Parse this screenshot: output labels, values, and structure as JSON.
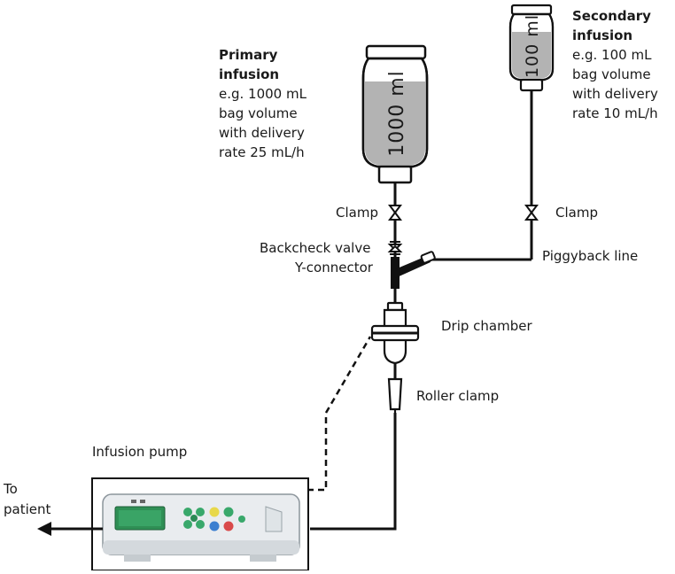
{
  "primary": {
    "title_line1": "Primary",
    "title_line2": "infusion",
    "desc_lines": [
      "e.g. 1000 mL",
      "bag volume",
      "with delivery",
      "rate 25 mL/h"
    ],
    "bottle_label": "1000 ml"
  },
  "secondary": {
    "title_line1": "Secondary",
    "title_line2": "infusion",
    "desc_lines": [
      "e.g. 100 mL",
      "bag volume",
      "with delivery",
      "rate 10 mL/h"
    ],
    "bottle_label": "100 ml"
  },
  "labels": {
    "clamp_primary": "Clamp",
    "clamp_secondary": "Clamp",
    "backcheck_valve": "Backcheck valve",
    "y_connector": "Y-connector",
    "piggyback_line": "Piggyback line",
    "drip_chamber": "Drip chamber",
    "roller_clamp": "Roller clamp",
    "infusion_pump": "Infusion pump",
    "to_patient_line1": "To",
    "to_patient_line2": "patient"
  },
  "colors": {
    "fluid": "#b3b3b3",
    "line": "#111111",
    "pump_body": "#e9ecef",
    "pump_display": "#2f8f55",
    "pump_keys": "#39a86b"
  }
}
